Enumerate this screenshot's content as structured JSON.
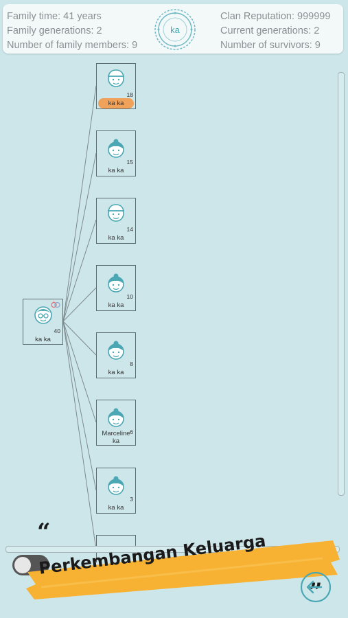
{
  "header": {
    "left": [
      "Family time: 41 years",
      "Family generations: 2",
      "Number of family members: 9"
    ],
    "right": [
      "Clan Reputation: 999999",
      "Current generations: 2",
      "Number of survivors: 9"
    ],
    "seal_text": "ka"
  },
  "tree": {
    "parent": {
      "name": "ka ka",
      "age": "40",
      "avatar": "man-glasses-icon",
      "badge": "wedding-rings-icon"
    },
    "children": [
      {
        "name": "ka ka",
        "age": "18",
        "avatar": "boy-cap-icon",
        "selected": true
      },
      {
        "name": "ka ka",
        "age": "15",
        "avatar": "girl-bun-icon"
      },
      {
        "name": "ka ka",
        "age": "14",
        "avatar": "boy-cap-icon"
      },
      {
        "name": "ka ka",
        "age": "10",
        "avatar": "girl-bun-icon"
      },
      {
        "name": "ka ka",
        "age": "8",
        "avatar": "girl-bun-icon"
      },
      {
        "name": "Marceline ka",
        "age": "6",
        "avatar": "girl-bun-icon"
      },
      {
        "name": "ka ka",
        "age": "3",
        "avatar": "girl-bun-icon"
      }
    ]
  },
  "banner": {
    "text": "Perkembangan Keluarga",
    "quote_open": "“",
    "quote_close": "”"
  },
  "colors": {
    "accent": "#4aa7b3",
    "selected": "#f0a25a",
    "background": "#cde6ea",
    "banner": "#f7b234"
  }
}
